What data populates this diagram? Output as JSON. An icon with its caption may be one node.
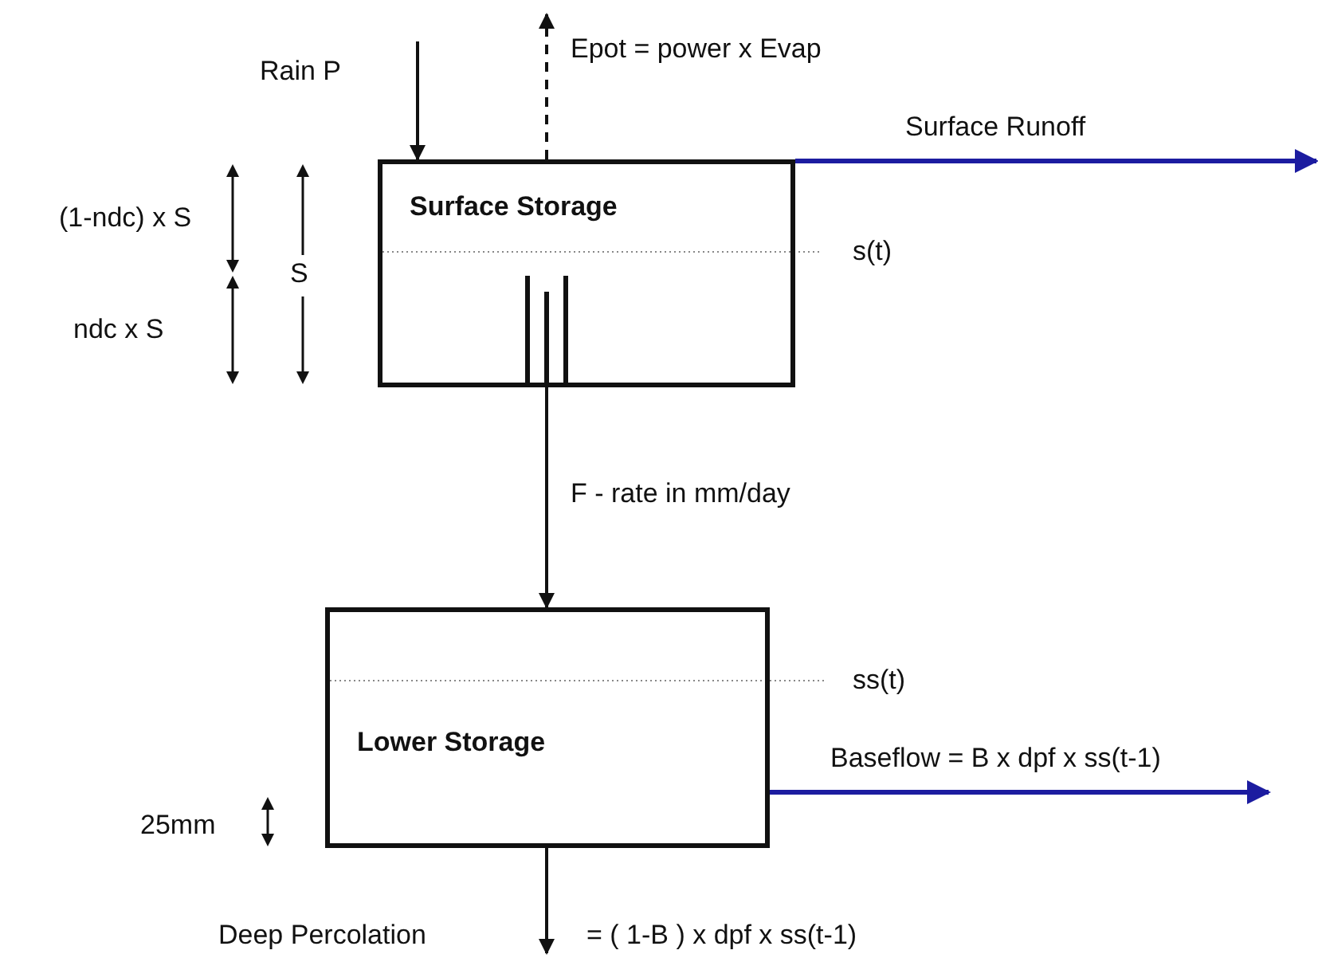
{
  "diagram": {
    "nodes": [
      {
        "text": [
          "Surface Storage"
        ]
      },
      {
        "text": [
          "Lower Storage"
        ]
      }
    ],
    "edges": [
      {
        "from": null,
        "to": 0,
        "arrow": "to",
        "label": "Rain  P"
      },
      {
        "from": 0,
        "to": null,
        "arrow": "to",
        "style": "dashed",
        "label": "Epot = power x Evap"
      },
      {
        "from": 0,
        "to": null,
        "arrow": "to",
        "color": "#1c1ca0",
        "label": "Surface Runoff"
      },
      {
        "from": 0,
        "to": 1,
        "arrow": "to",
        "label": "F  -  rate in mm/day"
      },
      {
        "from": 1,
        "to": null,
        "arrow": "to",
        "color": "#1c1ca0",
        "label": "Baseflow = B x dpf x ss(t-1)"
      },
      {
        "from": 1,
        "to": null,
        "arrow": "to",
        "label": "Deep Percolation"
      }
    ],
    "labels": [
      "(1-ndc) x S",
      "S",
      "ndc x S",
      "s(t)",
      "ss(t)",
      "25mm",
      "= ( 1-B ) x dpf x ss(t-1)"
    ]
  }
}
